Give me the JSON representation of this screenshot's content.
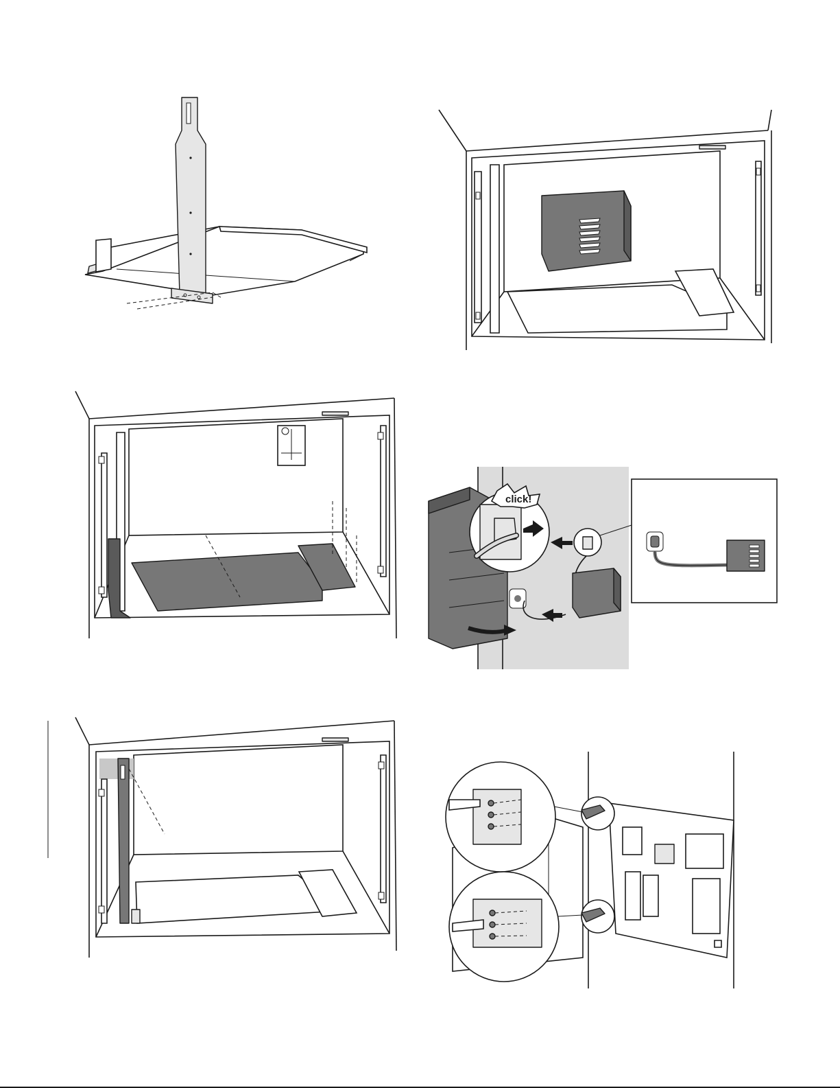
{
  "page": {
    "kind": "installation-illustrations",
    "figure_count": 6
  },
  "figures": [
    {
      "id": "bracket-assembly",
      "description_visible": false
    },
    {
      "id": "power-unit-in-cabinet",
      "description_visible": false
    },
    {
      "id": "base-plate-installed",
      "description_visible": false
    },
    {
      "id": "power-cord-connection",
      "callout_label": "click!"
    },
    {
      "id": "vertical-rail-installed",
      "description_visible": false
    },
    {
      "id": "door-hinge-screws",
      "description_visible": false
    }
  ],
  "colors": {
    "line": "#1a1a1a",
    "light_part": "#e6e6e6",
    "dark_part": "#777777",
    "panel_bg": "#dcdcdc"
  }
}
